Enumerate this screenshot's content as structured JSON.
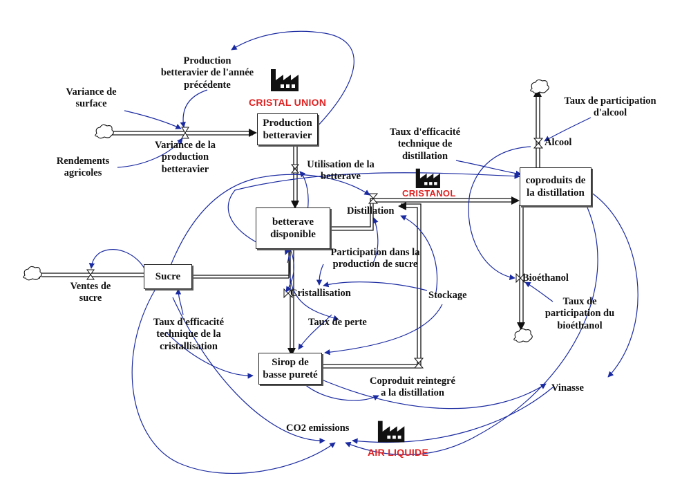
{
  "colors": {
    "causal": "#1a2aa0",
    "flow": "#111111",
    "brand": "#e02020",
    "factory": "#111111"
  },
  "stocks": {
    "production": "Production\nbetteravier",
    "betterave": "betterave\ndisponible",
    "sucre": "Sucre",
    "sirop": "Sirop de\nbasse pureté",
    "coproduits": "coproduits de\nla distillation"
  },
  "labels": {
    "prod_prev": "Production\nbetteravier de l'année\nprécédente",
    "variance_surface": "Variance de\nsurface",
    "rendements": "Rendements\nagricoles",
    "variance_prod": "Variance de la\nproduction\nbetteravier",
    "utilisation": "Utilisation de la\nbetterave",
    "distillation": "Distillation",
    "participation_sucre": "Participation dans la\nproduction de sucre",
    "cristallisation": "Cristallisation",
    "stockage": "Stockage",
    "taux_perte": "Taux de perte",
    "taux_eff_crist": "Taux d'efficacité\ntechnique de la\ncristallisation",
    "ventes": "Ventes de\nsucre",
    "coproduit_reint": "Coproduit reintegré\na la distillation",
    "co2": "CO2 emissions",
    "taux_eff_dist": "Taux d'efficacité\ntechnique de\ndistillation",
    "alcool": "Alcool",
    "taux_alcool": "Taux de participation\nd'alcool",
    "bioethanol": "Bioéthanol",
    "taux_bio": "Taux de\nparticipation du\nbioéthanol",
    "vinasse": "Vinasse"
  },
  "brands": {
    "cristal_union": "CRISTAL UNION",
    "cristanol": "CRISTANOL",
    "air_liquide": "AIR LIQUIDE"
  },
  "icons": [
    "factory-icon",
    "cloud-source-icon",
    "cloud-sink-icon",
    "valve-icon"
  ]
}
